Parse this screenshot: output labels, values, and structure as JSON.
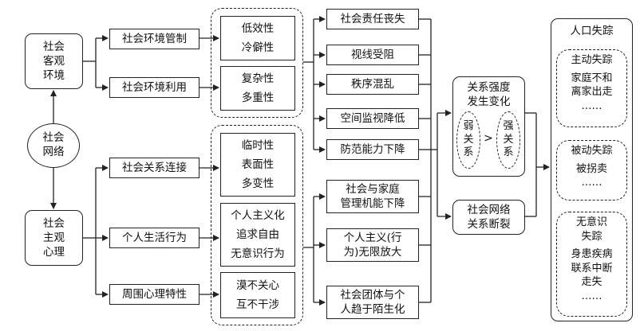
{
  "nodes": {
    "social_objective_env": "社会\n客观\n环境",
    "social_network": "社会\n网络",
    "social_subjective_psych": "社会\n主观\n心理",
    "env_control": "社会环境管制",
    "env_use": "社会环境利用",
    "relation_link": "社会关系连接",
    "personal_behavior": "个人生活行为",
    "surrounding_psych": "周围心理特性",
    "low_efficiency": "低效性",
    "remote": "冷僻性",
    "complexity": "复杂性",
    "multiplicity": "多重性",
    "temporary": "临时性",
    "superficial": "表面性",
    "changeable": "多变性",
    "individualism": "个人主义化",
    "freedom": "追求自由",
    "unconscious_behavior": "无意识行为",
    "indifference": "漠不关心",
    "non_interference": "互不干涉",
    "responsibility_loss": "社会责任丧失",
    "vision_blocked": "视线受阻",
    "order_chaos": "秩序混乱",
    "surveillance_low": "空间监视降低",
    "defense_low": "防范能力下降",
    "family_mgmt_low": "社会与家庭\n管理机能下降",
    "individualism_unlimited": "个人主义(行\n为)无限放大",
    "group_strangers": "社会团体与个\n人趋于陌生化",
    "relation_strength_change": "关系强度\n发生变化",
    "weak_relation": "弱\n关\n系",
    "greater_than": ">",
    "strong_relation": "强\n关\n系",
    "network_break": "社会网络\n关系断裂"
  },
  "outcomes": {
    "title": "人口失踪",
    "active_label": "主动失踪",
    "active_detail": "家庭不和\n离家出走\n……",
    "passive_label": "被动失踪",
    "passive_detail": "被拐卖\n……",
    "unconscious_label": "无意识\n失踪",
    "unconscious_detail": "身患疾病\n联系中断\n走失\n……"
  }
}
